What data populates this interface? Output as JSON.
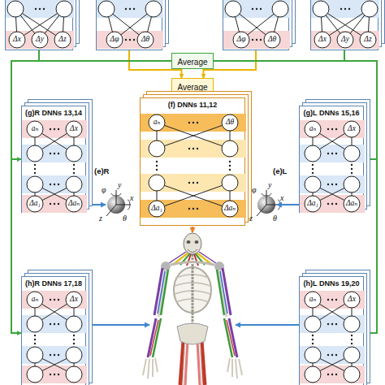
{
  "diagram": {
    "nodes": [
      {
        "text": [
          "Δx",
          "Δy",
          "Δz"
        ]
      },
      {
        "text": [
          "Δφ",
          "Δθ"
        ]
      },
      {
        "text": [
          "Δφ",
          "Δθ"
        ]
      },
      {
        "text": [
          "Δx",
          "Δy",
          "Δz"
        ]
      },
      {
        "text": [
          "Average"
        ]
      },
      {
        "text": [
          "Average"
        ]
      },
      {
        "text": [
          "(f) DNNs 11,12",
          "aₙ",
          "Δθ",
          "Δa₁",
          "Δaₙ"
        ]
      },
      {
        "text": [
          "(g)R DNNs 13,14",
          "aₙ",
          "Δx",
          "Δa₁",
          "Δaₙ"
        ]
      },
      {
        "text": [
          "(g)L DNNs 15,16",
          "aₙ",
          "Δx",
          "Δa₁",
          "Δaₙ"
        ]
      },
      {
        "text": [
          "(h)R DNNs 17,18",
          "aₙ",
          "Δx"
        ]
      },
      {
        "text": [
          "(h)L DNNs 19,20",
          "aₙ",
          "Δx"
        ]
      }
    ],
    "edges": [
      {
        "from": 0,
        "to": 4,
        "arrow": "none"
      },
      {
        "from": 3,
        "to": 4,
        "arrow": "none"
      },
      {
        "from": 1,
        "to": 5,
        "arrow": "to"
      },
      {
        "from": 2,
        "to": 5,
        "arrow": "to"
      },
      {
        "from": 5,
        "to": 6,
        "arrow": "to"
      },
      {
        "from": 4,
        "to": 7,
        "arrow": "to"
      },
      {
        "from": 4,
        "to": 8,
        "arrow": "to"
      },
      {
        "from": 4,
        "to": 9,
        "arrow": "to"
      },
      {
        "from": 4,
        "to": 10,
        "arrow": "to"
      }
    ],
    "labels": [
      "(e)R",
      "y",
      "φ",
      "x",
      "z",
      "θ",
      "(e)L",
      "y",
      "φ",
      "x",
      "z",
      "θ"
    ]
  }
}
